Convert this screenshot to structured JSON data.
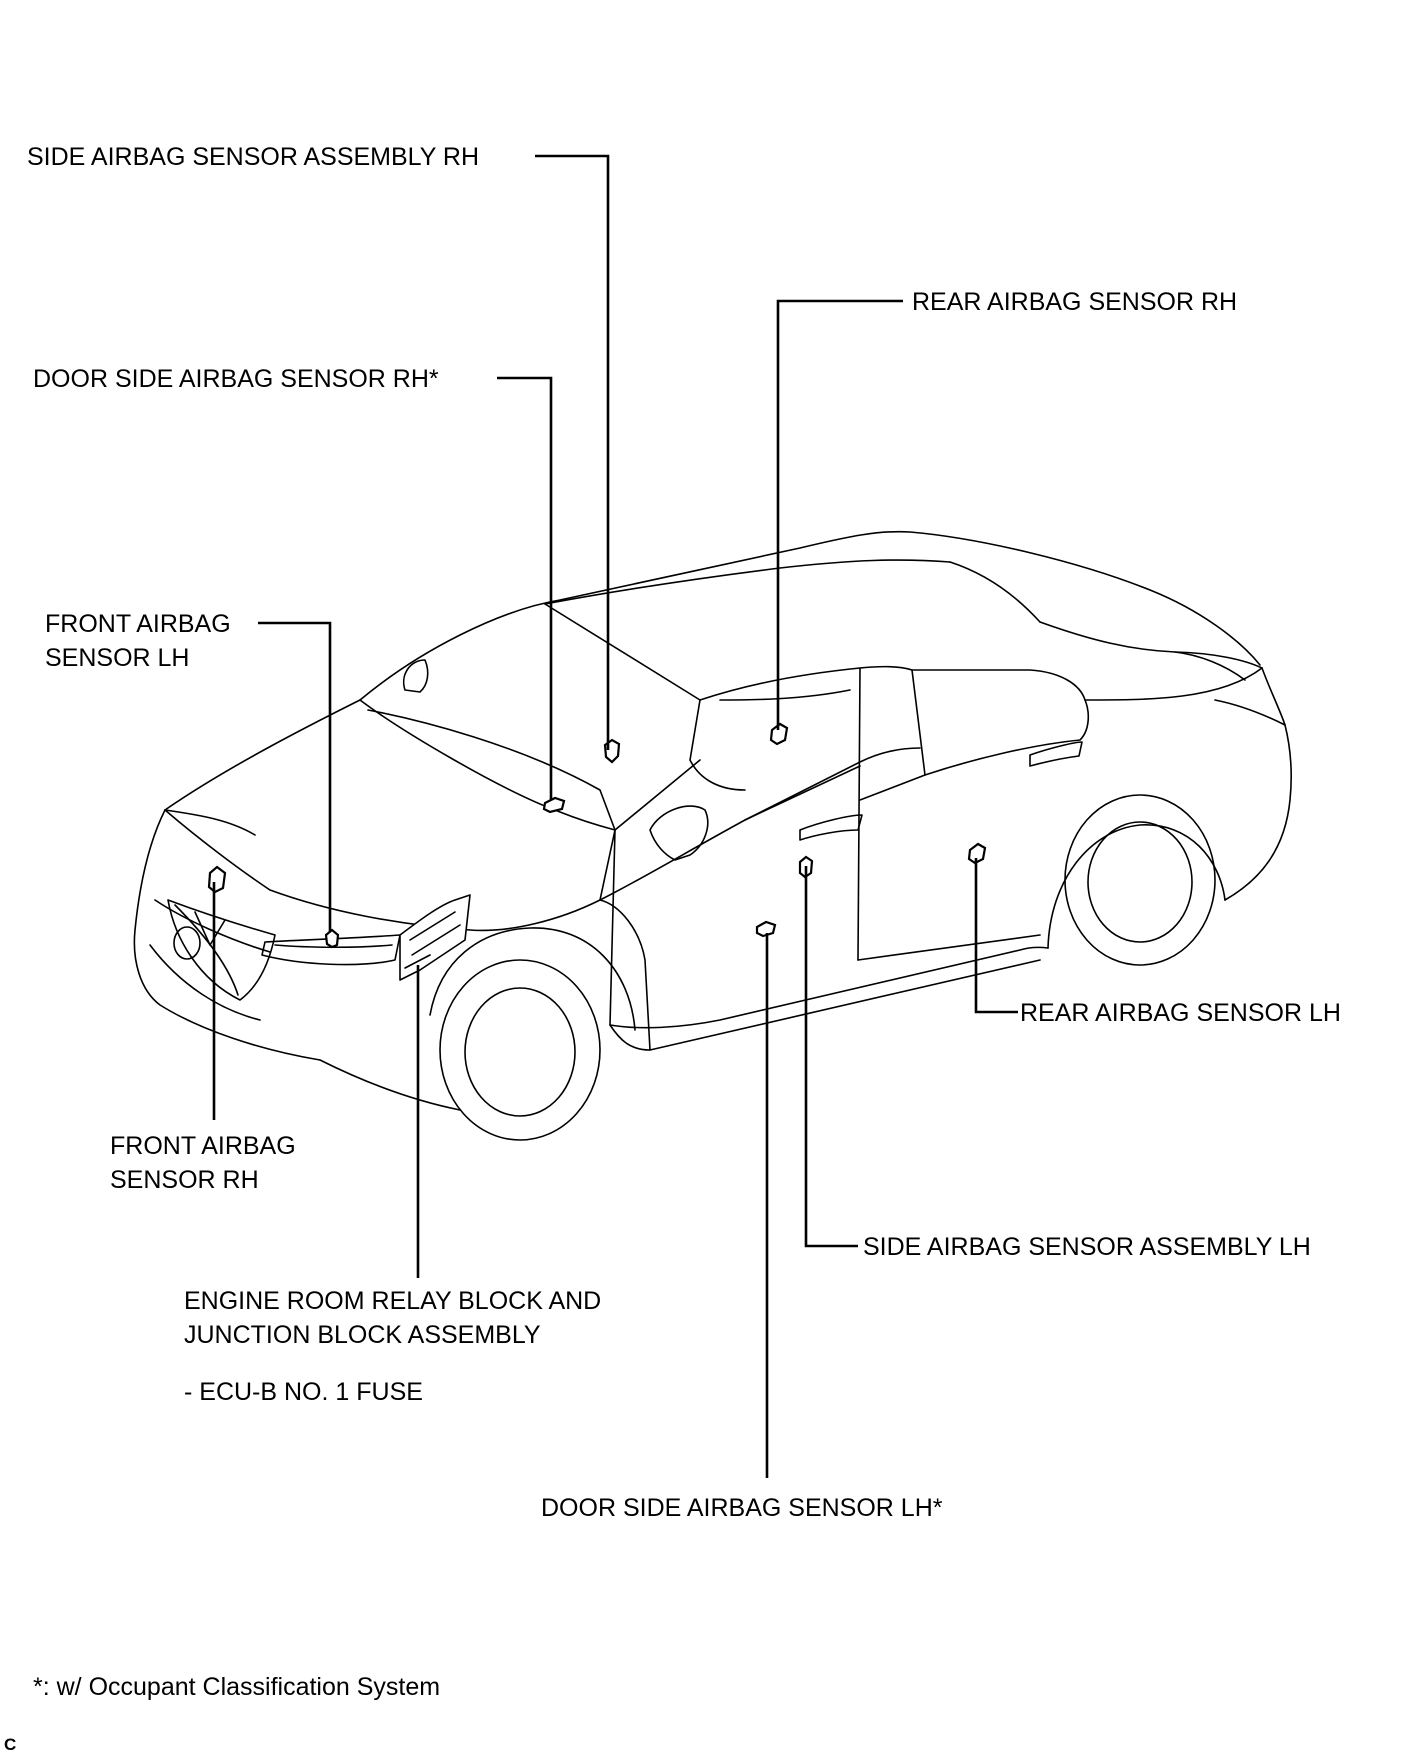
{
  "labels": {
    "side_airbag_rh": "SIDE AIRBAG SENSOR ASSEMBLY RH",
    "rear_airbag_rh": "REAR AIRBAG SENSOR RH",
    "door_side_airbag_rh": "DOOR SIDE AIRBAG SENSOR RH*",
    "front_airbag_lh_line1": "FRONT AIRBAG",
    "front_airbag_lh_line2": "SENSOR LH",
    "rear_airbag_lh": "REAR AIRBAG SENSOR LH",
    "front_airbag_rh_line1": "FRONT AIRBAG",
    "front_airbag_rh_line2": "SENSOR RH",
    "side_airbag_lh": "SIDE AIRBAG SENSOR ASSEMBLY LH",
    "engine_room_line1": "ENGINE ROOM RELAY BLOCK AND",
    "engine_room_line2": "JUNCTION BLOCK ASSEMBLY",
    "ecu_fuse": "- ECU-B NO. 1 FUSE",
    "door_side_airbag_lh": "DOOR SIDE AIRBAG SENSOR LH*"
  },
  "footnote": "*: w/ Occupant Classification System",
  "figure_code": "C"
}
